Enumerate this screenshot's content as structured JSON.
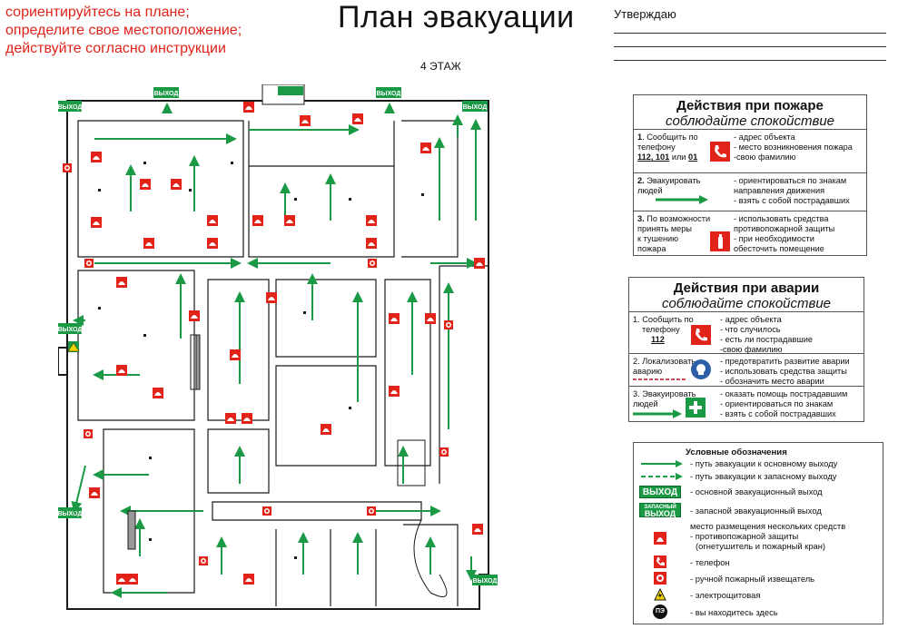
{
  "intro": {
    "lines": [
      "сориентируйтесь на плане;",
      "определите свое местоположение;",
      "действуйте согласно инструкции"
    ]
  },
  "title": "План эвакуации",
  "floor": "4 ЭТАЖ",
  "approve_label": "Утверждаю",
  "plan": {
    "exit_label": "ВЫХОД",
    "spare_exit_label": "ЗАПАСНЫЙ ВЫХОД",
    "colors": {
      "wall": "#1a1a1a",
      "arrow": "#1a9a44",
      "fire": "#e2231a",
      "exit": "#1a9a44"
    }
  },
  "fire": {
    "title": "Действия при пожаре",
    "subtitle": "соблюдайте спокойствие",
    "steps": [
      {
        "num": "1",
        "text_a": ". Сообщить по",
        "text_b": "телефону",
        "phones": "112, 101",
        "or": " или ",
        "phone_c": "01",
        "desc": [
          "- адрес объекта",
          "- место возникновения пожара",
          "-свою фамилию"
        ]
      },
      {
        "num": "2.",
        "text_a": " Эвакуировать",
        "text_b": "людей",
        "desc": [
          "- ориентироваться по знакам",
          "направления движения",
          "- взять с собой пострадавших"
        ]
      },
      {
        "num": "3.",
        "text_a": " По возможности",
        "text_b": "принять меры",
        "text_c": "к тушению",
        "text_d": "пожара",
        "desc": [
          "- использовать средства",
          "противопожарной защиты",
          "- при необходимости",
          "обесточить помещение"
        ]
      }
    ]
  },
  "accident": {
    "title": "Действия при аварии",
    "subtitle": "соблюдайте спокойствие",
    "steps": [
      {
        "text_a": "1. Сообщить по",
        "text_b": "телефону",
        "phone": "112",
        "desc": [
          "- адрес объекта",
          "- что случилось",
          "- есть ли пострадавшие",
          "-свою фамилию"
        ]
      },
      {
        "text_a": "2. Локализовать",
        "text_b": "аварию",
        "desc": [
          "- предотвратить развитие аварии",
          "- использовать средства защиты",
          "- обозначить место аварии"
        ]
      },
      {
        "text_a": "3. Эвакуировать",
        "text_b": "людей",
        "desc": [
          "- оказать помощь пострадавшим",
          "- ориентироваться по знакам",
          "- взять с собой пострадавших"
        ]
      }
    ]
  },
  "legend": {
    "title": "Условные обозначения",
    "items": [
      {
        "text": "- путь эвакуации к основному выходу"
      },
      {
        "text": "- путь эвакуации к запасному выходу"
      },
      {
        "text": "- основной эвакуационный выход",
        "sign": "ВЫХОД"
      },
      {
        "text": "- запасной эвакуационный выход",
        "sign_a": "ЗАПАСНЫЙ",
        "sign_b": "ВЫХОД"
      },
      {
        "text_a": "место размещения нескольких средств",
        "text_b": "- противопожарной защиты",
        "text_c": "(огнетушитель и пожарный кран)"
      },
      {
        "text": "- телефон"
      },
      {
        "text": "- ручной пожарный извещатель"
      },
      {
        "text": "- электрощитовая"
      },
      {
        "text": "- вы находитесь здесь",
        "badge": "ПЭ"
      }
    ]
  }
}
